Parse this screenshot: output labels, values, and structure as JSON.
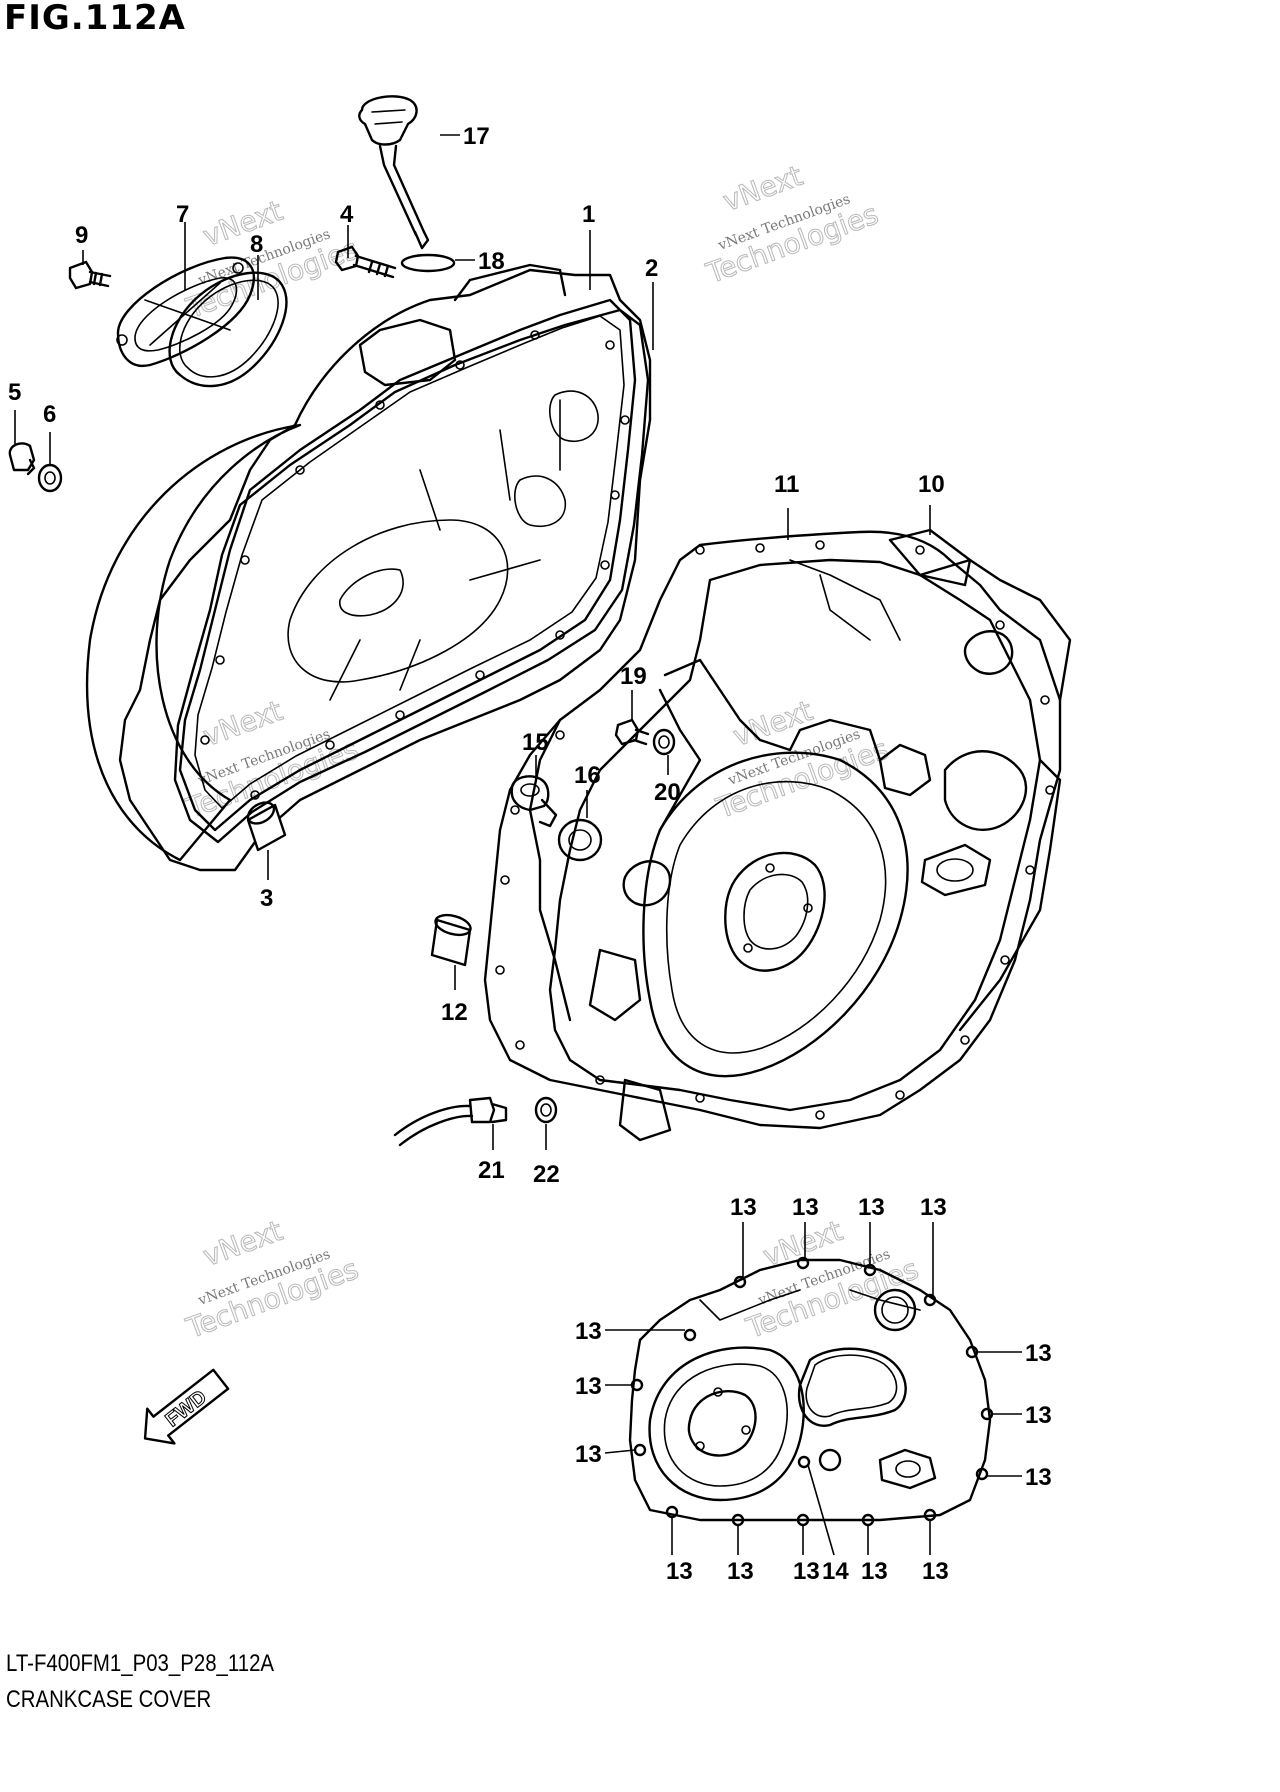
{
  "figure": {
    "title": "FIG.112A",
    "code": "LT-F400FM1_P03_P28_112A",
    "caption": "CRANKCASE COVER"
  },
  "watermark": {
    "line1": "vNext",
    "line2": "vNext Technologies",
    "line3": "Technologies"
  },
  "fwd_label": "FWD",
  "callouts": {
    "c1": "1",
    "c2": "2",
    "c3": "3",
    "c4": "4",
    "c5": "5",
    "c6": "6",
    "c7": "7",
    "c8": "8",
    "c9": "9",
    "c10": "10",
    "c11": "11",
    "c12": "12",
    "c13": "13",
    "c14": "14",
    "c15": "15",
    "c16": "16",
    "c17": "17",
    "c18": "18",
    "c19": "19",
    "c20": "20",
    "c21": "21",
    "c22": "22"
  }
}
